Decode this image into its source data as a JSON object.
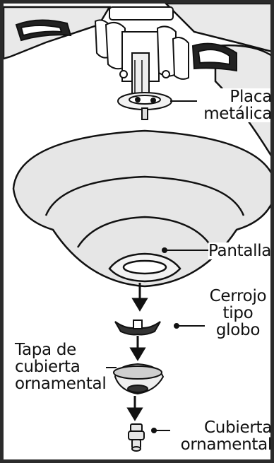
{
  "labels": {
    "placa": [
      "Placa",
      "metálica"
    ],
    "pantalla": "Pantalla",
    "cerrojo": [
      "Cerrojo",
      "tipo",
      "globo"
    ],
    "tapa": [
      "Tapa de",
      "cubierta",
      "ornamental"
    ],
    "cubierta": [
      "Cubierta",
      "ornamental"
    ]
  },
  "colors": {
    "ink": "#111111",
    "shade": "#e6e6e6",
    "shade_dark": "#d2d2d2",
    "background": "#ffffff"
  }
}
